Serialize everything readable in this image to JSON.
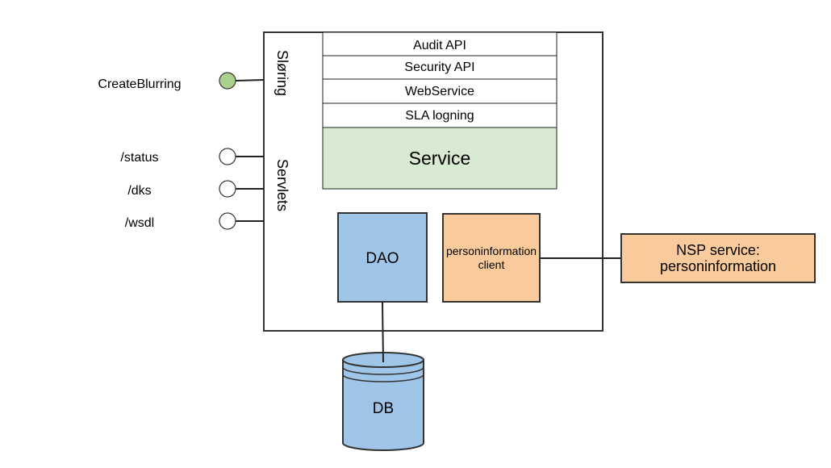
{
  "interfaces": {
    "blurring": {
      "label": "CreateBlurring",
      "color": "#a9d18e"
    },
    "status": {
      "label": "/status"
    },
    "dks": {
      "label": "/dks"
    },
    "wsdl": {
      "label": "/wsdl"
    }
  },
  "groups": {
    "blurring_label": "Sløring",
    "servlets_label": "Servlets"
  },
  "layers": {
    "audit_api": "Audit API",
    "security_api": "Security API",
    "webservice": "WebService",
    "sla_logging": "SLA logning",
    "service": "Service"
  },
  "components": {
    "dao": "DAO",
    "client_line1": "personinformation",
    "client_line2": "client",
    "nsp_line1": "NSP service:",
    "nsp_line2": "personinformation",
    "db": "DB"
  },
  "colors": {
    "service_fill": "#d9ead3",
    "dao_fill": "#9fc5e8",
    "client_fill": "#f9cb9c",
    "nsp_fill": "#f9cb9c",
    "db_fill": "#9fc5e8",
    "interface_active": "#a9d18e",
    "border": "#333333"
  }
}
